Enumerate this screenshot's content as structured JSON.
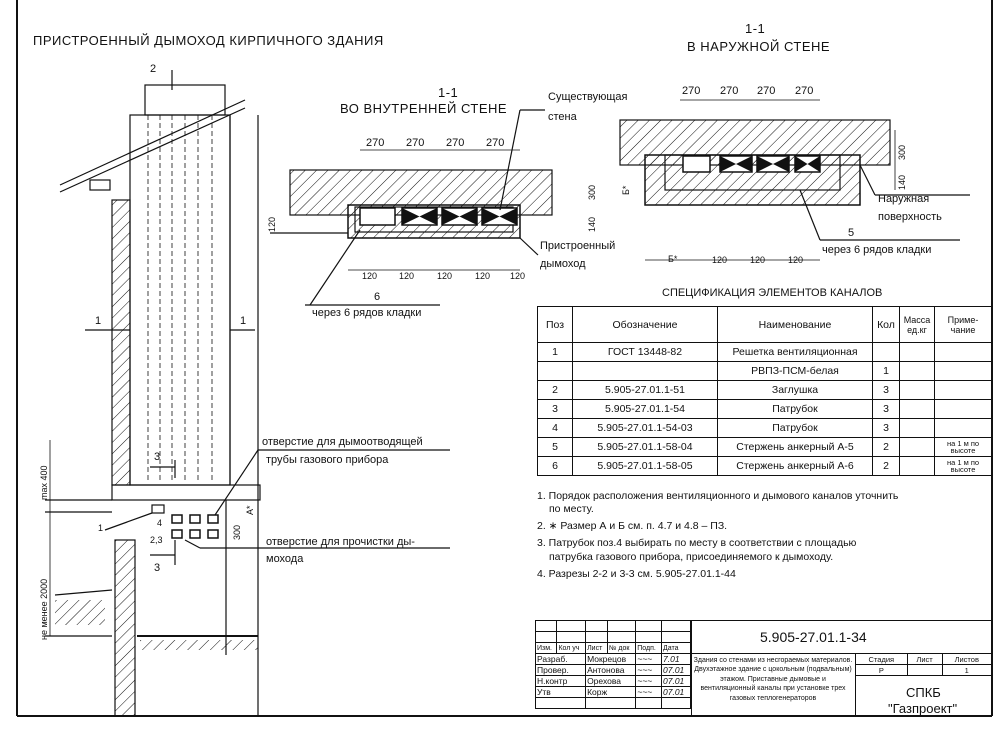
{
  "title": "ПРИСТРОЕННЫЙ ДЫМОХОД КИРПИЧНОГО ЗДАНИЯ",
  "section_outer": {
    "number": "1-1",
    "title": "В НАРУЖНОЙ СТЕНЕ",
    "dims_top": [
      "270",
      "270",
      "270",
      "270"
    ],
    "dims_bottom": [
      "120",
      "120",
      "120"
    ],
    "dim_300": "300",
    "dim_140": "140",
    "dim_b": "Б*",
    "label_surface_1": "Наружная",
    "label_surface_2": "поверхность",
    "label_pos": "5",
    "label_rows": "через 6 рядов кладки"
  },
  "section_inner": {
    "number": "1-1",
    "title": "ВО ВНУТРЕННЕЙ СТЕНЕ",
    "dims_top": [
      "270",
      "270",
      "270",
      "270"
    ],
    "dims_bottom": [
      "120",
      "120",
      "120",
      "120",
      "120"
    ],
    "dim_300": "300",
    "dim_140": "140",
    "dim_120": "120",
    "label_wall_1": "Существующая",
    "label_wall_2": "стена",
    "label_chimney_1": "Пристроенный",
    "label_chimney_2": "дымоход",
    "label_pos": "6",
    "label_rows": "через 6 рядов кладки"
  },
  "elevation": {
    "mark_2": "2",
    "mark_1_left": "1",
    "mark_1_right": "1",
    "mark_3_top": "3",
    "mark_3_bottom": "3",
    "pos_1": "1",
    "pos_4": "4",
    "pos_23": "2,3",
    "dim_a": "А*",
    "dim_300": "300",
    "dim_max400": "max 400",
    "dim_min2000": "не менее 2000",
    "callout_flue_1": "отверстие для дымоотводящей",
    "callout_flue_2": "трубы газового прибора",
    "callout_clean_1": "отверстие для прочистки ды-",
    "callout_clean_2": "мохода"
  },
  "spec": {
    "title": "СПЕЦИФИКАЦИЯ ЭЛЕМЕНТОВ КАНАЛОВ",
    "headers": [
      "Поз",
      "Обозначение",
      "Наименование",
      "Кол",
      "Масса ед.кг",
      "Приме- чание"
    ],
    "rows": [
      [
        "1",
        "ГОСТ 13448-82",
        "Решетка вентиляционная",
        "",
        "",
        ""
      ],
      [
        "",
        "",
        "РВПЗ-ПСМ-белая",
        "1",
        "",
        ""
      ],
      [
        "2",
        "5.905-27.01.1-51",
        "Заглушка",
        "3",
        "",
        ""
      ],
      [
        "3",
        "5.905-27.01.1-54",
        "Патрубок",
        "3",
        "",
        ""
      ],
      [
        "4",
        "5.905-27.01.1-54-03",
        "Патрубок",
        "3",
        "",
        ""
      ],
      [
        "5",
        "5.905-27.01.1-58-04",
        "Стержень анкерный А-5",
        "2",
        "",
        "на 1 м по высоте"
      ],
      [
        "6",
        "5.905-27.01.1-58-05",
        "Стержень анкерный А-6",
        "2",
        "",
        "на 1 м по высоте"
      ]
    ]
  },
  "notes": [
    [
      "1. Порядок расположения вентиляционного и дымового каналов уточнить",
      "по месту."
    ],
    [
      "2. ∗ Размер А и Б см. п. 4.7 и 4.8 – ПЗ."
    ],
    [
      "3. Патрубок поз.4 выбирать по месту в соответствии с площадью",
      "патрубка газового прибора, присоединяемого к дымоходу."
    ],
    [
      "4. Разрезы 2-2 и 3-3 см. 5.905-27.01.1-44"
    ]
  ],
  "title_block": {
    "code": "5.905-27.01.1-34",
    "headers": [
      "Изм.",
      "Кол уч",
      "Лист",
      "№ док",
      "Подп.",
      "Дата"
    ],
    "people": [
      {
        "role": "Разраб.",
        "name": "Мокрецов",
        "date": "7.01"
      },
      {
        "role": "Провер.",
        "name": "Антонова",
        "date": "07.01"
      },
      {
        "role": "Н.контр",
        "name": "Орехова",
        "date": "07.01"
      },
      {
        "role": "Утв",
        "name": "Корж",
        "date": "07.01"
      }
    ],
    "description": "Здания со стенами из несгораемых материалов. Двухэтажное здание с цокольным (подвальным) этажом. Приставные дымовые и вентиляционный каналы при установке трех газовых теплогенераторов",
    "stage_headers": [
      "Стадия",
      "Лист",
      "Листов"
    ],
    "stage_values": [
      "Р",
      "",
      "1"
    ],
    "org_1": "СПКБ",
    "org_2": "\"Газпроект\""
  }
}
